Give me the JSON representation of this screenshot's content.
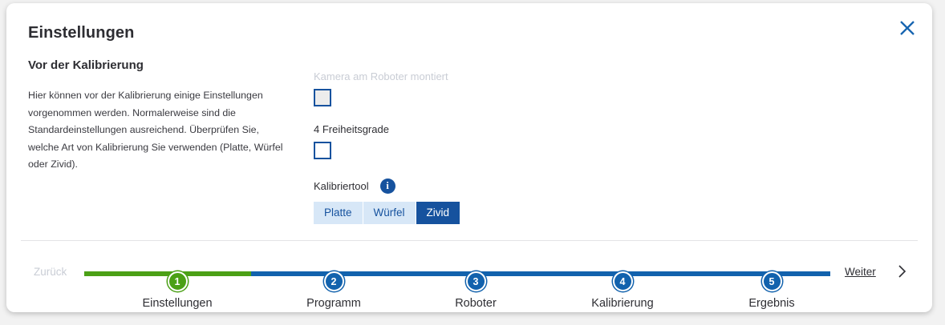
{
  "dialog": {
    "title": "Einstellungen",
    "subtitle": "Vor der Kalibrierung",
    "body_text": "Hier können vor der Kalibrierung einige Einstellungen vorgenommen werden. Normalerweise sind die Standardeinstellungen ausreichend. Überprüfen Sie, welche Art von Kalibrierung Sie verwenden (Platte, Würfel oder Zivid).",
    "close_icon": "close-icon"
  },
  "form": {
    "camera_mounted": {
      "label": "Kamera am Roboter montiert",
      "checked": false,
      "disabled": true
    },
    "four_dof": {
      "label": "4 Freiheitsgrade",
      "checked": false,
      "disabled": false
    },
    "calibration_tool": {
      "label": "Kalibriertool",
      "info_icon": "info-icon",
      "info_glyph": "i",
      "options": [
        "Platte",
        "Würfel",
        "Zivid"
      ],
      "selected": "Zivid"
    }
  },
  "footer": {
    "back_label": "Zurück",
    "back_disabled": true,
    "next_label": "Weiter",
    "next_icon": "chevron-right-icon",
    "steps": [
      {
        "number": "1",
        "label": "Einstellungen",
        "state": "done"
      },
      {
        "number": "2",
        "label": "Programm",
        "state": "todo"
      },
      {
        "number": "3",
        "label": "Roboter",
        "state": "todo"
      },
      {
        "number": "4",
        "label": "Kalibrierung",
        "state": "todo"
      },
      {
        "number": "5",
        "label": "Ergebnis",
        "state": "todo"
      }
    ]
  },
  "colors": {
    "accent_blue": "#16529e",
    "track_blue": "#1262ad",
    "progress_green": "#4ba016",
    "segment_light": "#d7e7f7",
    "disabled_gray": "#c9cdd5"
  }
}
